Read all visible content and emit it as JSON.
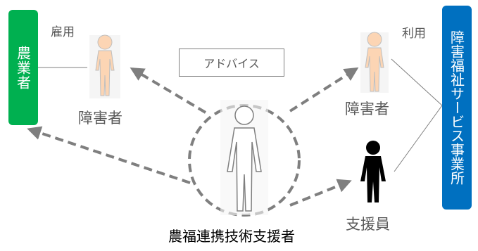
{
  "nodes": {
    "farmer": "農業者",
    "service_office": "障害福祉サービス事業所",
    "disabled_left": "障害者",
    "disabled_right": "障害者",
    "support_staff": "支援員",
    "coordinator": "農福連携技術支援者"
  },
  "edge_labels": {
    "employment": "雇用",
    "usage": "利用",
    "advice": "アドバイス"
  },
  "colors": {
    "farmer_box": "#00b050",
    "service_box": "#0070c0",
    "dashed_arrow": "#7f7f7f",
    "connector": "#7f7f7f",
    "figure_skin": "#fcd5b4",
    "figure_outline": "#bfbfbf",
    "staff_fill": "#000000"
  },
  "icons": [
    "person-icon",
    "person-icon",
    "person-icon",
    "staff-person-icon",
    "coordinator-outline-icon"
  ]
}
